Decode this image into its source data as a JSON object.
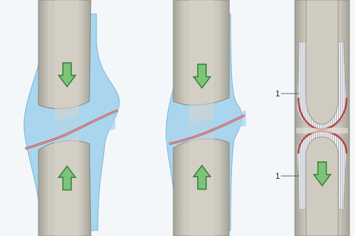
{
  "figure": {
    "panels": [
      {
        "id": "panel-1",
        "callouts": []
      },
      {
        "id": "panel-2",
        "callouts": []
      },
      {
        "id": "panel-3",
        "callouts": [
          "1",
          "1"
        ]
      }
    ],
    "colors": {
      "bone": "#cdc9bf",
      "bone_outline": "#8a8880",
      "cortex": "#a9a69e",
      "callus_blue": "#a9d6ee",
      "fracture_red": "#b84040",
      "arrow_green": "#7cc47a",
      "arrow_outline": "#2e7d32",
      "background_tint": "#eef3f8"
    },
    "icons": [
      "compression-arrow-icon",
      "fracture-line-icon"
    ]
  }
}
